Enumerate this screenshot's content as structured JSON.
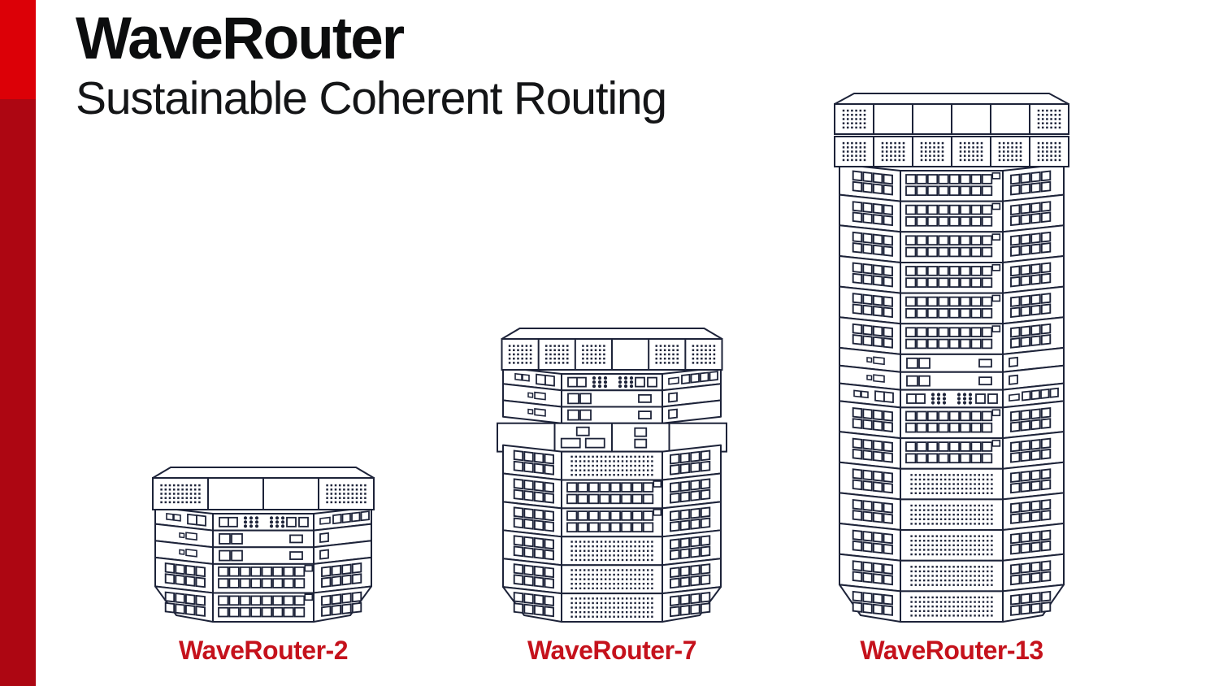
{
  "accent_bar": {
    "top_color": "#dc0007",
    "bottom_color": "#ad0612"
  },
  "header": {
    "title": "WaveRouter",
    "subtitle": "Sustainable Coherent Routing"
  },
  "diagram": {
    "line_color": "#1d2339",
    "label_color": "#c5121c",
    "routers": [
      {
        "id": "waverouter-2",
        "label": "WaveRouter-2",
        "fan_rows": [
          {
            "sections": 4,
            "dotted_sections": [
              0,
              3
            ],
            "has_lid": true
          }
        ],
        "body_rows": [
          "controller",
          "mgmt",
          "mgmt",
          "linecard-ports",
          "linecard-ports"
        ]
      },
      {
        "id": "waverouter-7",
        "label": "WaveRouter-7",
        "fan_rows": [
          {
            "sections": 6,
            "dotted_sections": [
              0,
              1,
              2,
              4,
              5
            ],
            "has_lid": true
          }
        ],
        "body_rows": [
          "controller",
          "mgmt",
          "mgmt",
          "fabric-band",
          "linecard-vent",
          "linecard-ports",
          "linecard-ports",
          "linecard-vent",
          "linecard-vent",
          "linecard-vent"
        ]
      },
      {
        "id": "waverouter-13",
        "label": "WaveRouter-13",
        "fan_rows": [
          {
            "sections": 6,
            "dotted_sections": [
              0,
              5
            ],
            "has_lid": true
          },
          {
            "sections": 6,
            "dotted_sections": [
              0,
              1,
              2,
              3,
              4,
              5
            ],
            "has_lid": false
          }
        ],
        "body_rows": [
          "linecard-ports",
          "linecard-ports",
          "linecard-ports",
          "linecard-ports",
          "linecard-ports",
          "linecard-ports",
          "mgmt",
          "mgmt",
          "controller",
          "linecard-ports",
          "linecard-ports",
          "linecard-vent",
          "linecard-vent",
          "linecard-vent",
          "linecard-vent",
          "linecard-vent"
        ]
      }
    ]
  }
}
